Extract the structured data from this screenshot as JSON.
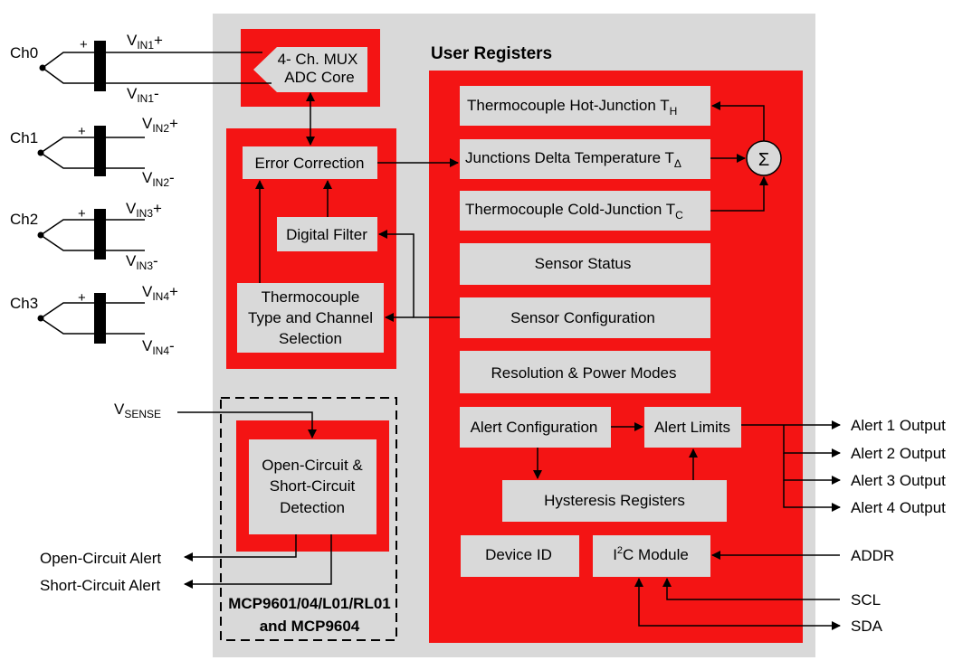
{
  "channels": [
    {
      "name": "Ch0",
      "plus": "+",
      "vin_pos": {
        "main": "V",
        "sub": "IN1",
        "sign": "+"
      },
      "vin_neg": {
        "main": "V",
        "sub": "IN1",
        "sign": "-"
      }
    },
    {
      "name": "Ch1",
      "plus": "+",
      "vin_pos": {
        "main": "V",
        "sub": "IN2",
        "sign": "+"
      },
      "vin_neg": {
        "main": "V",
        "sub": "IN2",
        "sign": "-"
      }
    },
    {
      "name": "Ch2",
      "plus": "+",
      "vin_pos": {
        "main": "V",
        "sub": "IN3",
        "sign": "+"
      },
      "vin_neg": {
        "main": "V",
        "sub": "IN3",
        "sign": "-"
      }
    },
    {
      "name": "Ch3",
      "plus": "+",
      "vin_pos": {
        "main": "V",
        "sub": "IN4",
        "sign": "+"
      },
      "vin_neg": {
        "main": "V",
        "sub": "IN4",
        "sign": "-"
      }
    }
  ],
  "mux": {
    "line1": "4- Ch. MUX",
    "line2": "ADC Core"
  },
  "processing": {
    "error_correction": "Error Correction",
    "digital_filter": "Digital Filter",
    "tc_type": {
      "line1": "Thermocouple",
      "line2": "Type and Channel",
      "line3": "Selection"
    }
  },
  "vsense": {
    "main": "V",
    "sub": "SENSE"
  },
  "detection": {
    "line1": "Open-Circuit &",
    "line2": "Short-Circuit",
    "line3": "Detection"
  },
  "alerts_left": {
    "open": "Open-Circuit Alert",
    "short": "Short-Circuit Alert"
  },
  "device_label": {
    "line1": "MCP9601/04/L01/RL01",
    "line2": "and MCP9604"
  },
  "registers": {
    "title": "User Registers",
    "hot_junction": {
      "text": "Thermocouple Hot-Junction T",
      "sub": "H"
    },
    "delta": {
      "text": "Junctions Delta Temperature T",
      "sub": "Δ"
    },
    "cold_junction": {
      "text": "Thermocouple Cold-Junction T",
      "sub": "C"
    },
    "sum_symbol": "Σ",
    "sensor_status": "Sensor Status",
    "sensor_config": "Sensor Configuration",
    "resolution": "Resolution & Power Modes",
    "alert_config": "Alert Configuration",
    "alert_limits": "Alert Limits",
    "hysteresis": "Hysteresis Registers",
    "device_id": "Device ID",
    "i2c": {
      "pre": "I",
      "sup": "2",
      "post": "C Module"
    }
  },
  "outputs": {
    "alert1": "Alert 1 Output",
    "alert2": "Alert 2 Output",
    "alert3": "Alert 3 Output",
    "alert4": "Alert 4 Output",
    "addr": "ADDR",
    "scl": "SCL",
    "sda": "SDA"
  },
  "colors": {
    "red": "#f41414",
    "grey": "#d9d9d9",
    "box": "#d9d9d9",
    "line": "#000000"
  }
}
